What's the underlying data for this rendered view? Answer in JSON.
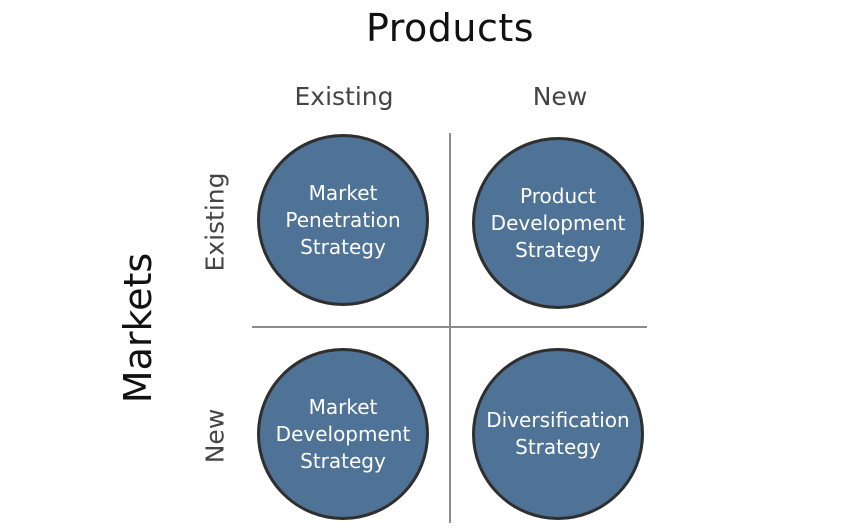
{
  "header": {
    "products_title": "Products",
    "columns": [
      "Existing",
      "New"
    ]
  },
  "side": {
    "markets_title": "Markets",
    "rows": [
      "Existing",
      "New"
    ]
  },
  "quadrants": {
    "top_left": [
      "Market",
      "Penetration",
      "Strategy"
    ],
    "top_right": [
      "Product",
      "Development",
      "Strategy"
    ],
    "bottom_left": [
      "Market",
      "Development",
      "Strategy"
    ],
    "bottom_right": [
      "Diversification",
      "Strategy"
    ]
  },
  "colors": {
    "circle_fill": "#4f7396",
    "circle_border": "#2f2f2f",
    "axis_line": "#8c8c8c",
    "label_text": "#444444",
    "title_text": "#111111"
  }
}
